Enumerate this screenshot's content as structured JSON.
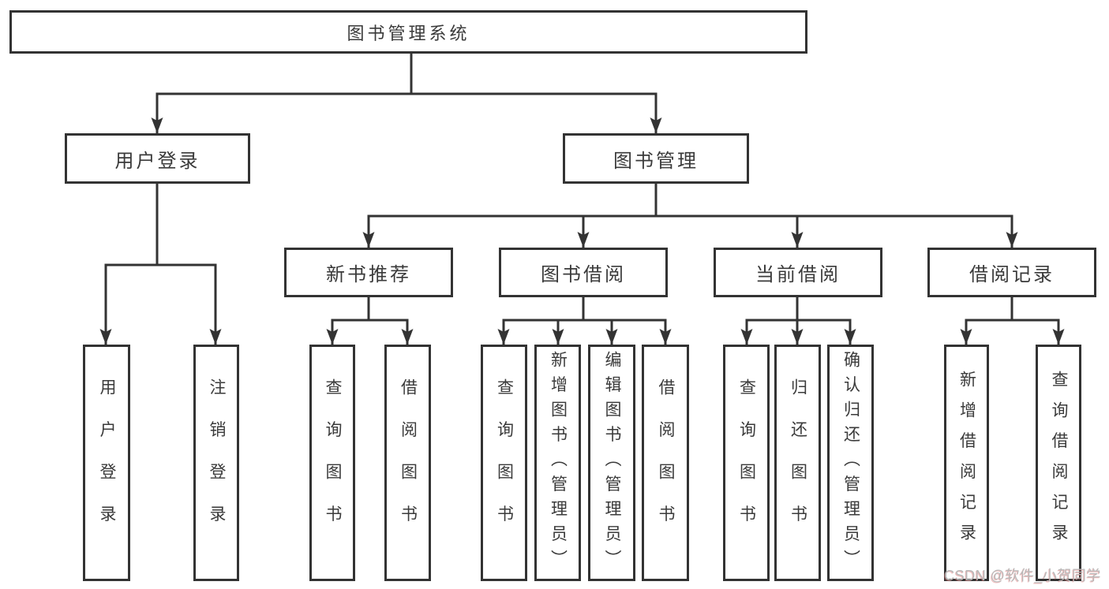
{
  "page": {
    "background": "#ffffff",
    "watermark": "CSDN @软件_小贺同学"
  },
  "colors": {
    "line": "#333333",
    "text": "#3a3a3a",
    "watermark": "#b9b9b9"
  },
  "tree": {
    "label": "图书管理系统",
    "children": [
      {
        "label": "用户登录",
        "children": [
          {
            "label": "用户登录"
          },
          {
            "label": "注销登录"
          }
        ]
      },
      {
        "label": "图书管理",
        "children": [
          {
            "label": "新书推荐",
            "children": [
              {
                "label": "查询图书"
              },
              {
                "label": "借阅图书"
              }
            ]
          },
          {
            "label": "图书借阅",
            "children": [
              {
                "label": "查询图书"
              },
              {
                "label": "新增图书（管理员）"
              },
              {
                "label": "编辑图书（管理员）"
              },
              {
                "label": "借阅图书"
              }
            ]
          },
          {
            "label": "当前借阅",
            "children": [
              {
                "label": "查询图书"
              },
              {
                "label": "归还图书"
              },
              {
                "label": "确认归还（管理员）"
              }
            ]
          },
          {
            "label": "借阅记录",
            "children": [
              {
                "label": "新增借阅记录"
              },
              {
                "label": "查询借阅记录"
              }
            ]
          }
        ]
      }
    ]
  }
}
